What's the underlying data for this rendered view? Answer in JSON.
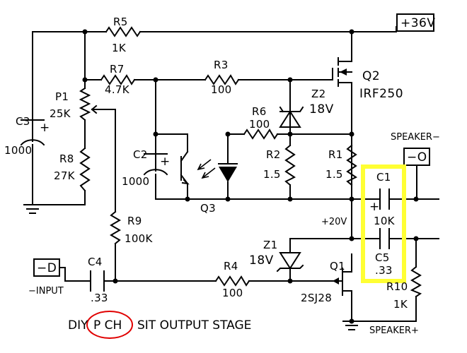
{
  "colors": {
    "highlight_box": "#ffff33",
    "circle": "#e00000",
    "ink": "#000000"
  },
  "components": {
    "r5": {
      "ref": "R5",
      "value": "1K"
    },
    "r7": {
      "ref": "R7",
      "value": "4.7K"
    },
    "r3": {
      "ref": "R3",
      "value": "100"
    },
    "q2": {
      "ref": "Q2",
      "part": "IRF250"
    },
    "z2": {
      "ref": "Z2",
      "value": "18V"
    },
    "r6": {
      "ref": "R6",
      "value": "100"
    },
    "r2": {
      "ref": "R2",
      "value": "1.5"
    },
    "r1": {
      "ref": "R1",
      "value": "1.5"
    },
    "c3": {
      "ref": "C3",
      "value": "1000"
    },
    "p1": {
      "ref": "P1",
      "value": "25K"
    },
    "r8": {
      "ref": "R8",
      "value": "27K"
    },
    "c2": {
      "ref": "C2",
      "value": "1000"
    },
    "q3": {
      "ref": "Q3"
    },
    "c1": {
      "ref": "C1",
      "value": "10K"
    },
    "c5": {
      "ref": "C5",
      "value": ".33"
    },
    "r9": {
      "ref": "R9",
      "value": "100K"
    },
    "z1": {
      "ref": "Z1",
      "value": "18V"
    },
    "q1": {
      "ref": "Q1",
      "part": "2SJ28"
    },
    "c4": {
      "ref": "C4",
      "value": ".33"
    },
    "r4": {
      "ref": "R4",
      "value": "100"
    },
    "r10": {
      "ref": "R10",
      "value": "1K"
    }
  },
  "terminals": {
    "plus36": "+36V",
    "speaker_minus_label": "SPEAKER−",
    "speaker_minus_box": "−O",
    "plus20": "+20V",
    "input_box": "−D",
    "input_label": "−INPUT",
    "speaker_plus": "SPEAKER+"
  },
  "polarity": {
    "plus": "+"
  },
  "title": {
    "prefix": "DIY",
    "circled": "P CH",
    "suffix": "SIT OUTPUT STAGE"
  }
}
